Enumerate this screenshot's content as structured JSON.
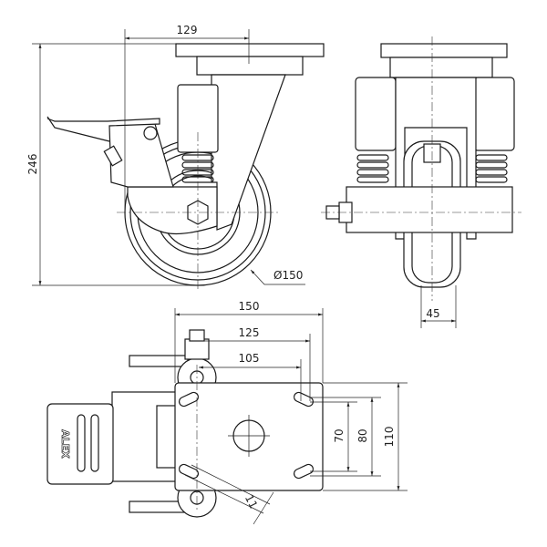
{
  "title": "Swivel castor with spring suspension and brake - dimension drawing",
  "views": {
    "side": {
      "dimensions": {
        "offset": "129",
        "height": "246",
        "wheel_diameter": "Ø150"
      }
    },
    "front": {
      "dimensions": {
        "wheel_width": "45"
      }
    },
    "top": {
      "dimensions": {
        "plate_length": "150",
        "hole_spacing_outer": "125",
        "hole_spacing_inner": "105",
        "hole_spacing_70": "70",
        "hole_spacing_80": "80",
        "plate_width": "110",
        "slot_width": "11"
      },
      "brand_logo": "ALEX"
    }
  }
}
